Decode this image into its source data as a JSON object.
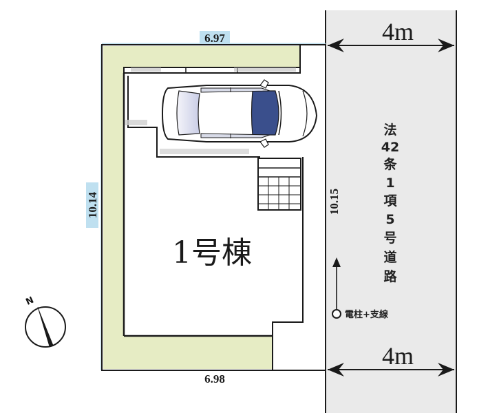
{
  "plot": {
    "dimensions": {
      "top_width": "6.97",
      "bottom_width": "6.98",
      "left_depth": "10.14",
      "right_depth": "10.15"
    },
    "building": {
      "label": "1号棟"
    },
    "road": {
      "width_top": "4m",
      "width_bottom": "4m",
      "classification_chars": [
        "法",
        "42",
        "条",
        "1",
        "項",
        "5",
        "号",
        "道",
        "路"
      ],
      "classification": "法42条1項5号道路"
    },
    "utility": {
      "label": "電柱+支線"
    },
    "compass": {
      "label": "N"
    },
    "colors": {
      "garden": "#e6ecc4",
      "road": "#eaeaea",
      "dim_highlight": "#bfe0f0",
      "window_blue": "#3a4f8c",
      "lines": "#1a1a1a"
    }
  }
}
